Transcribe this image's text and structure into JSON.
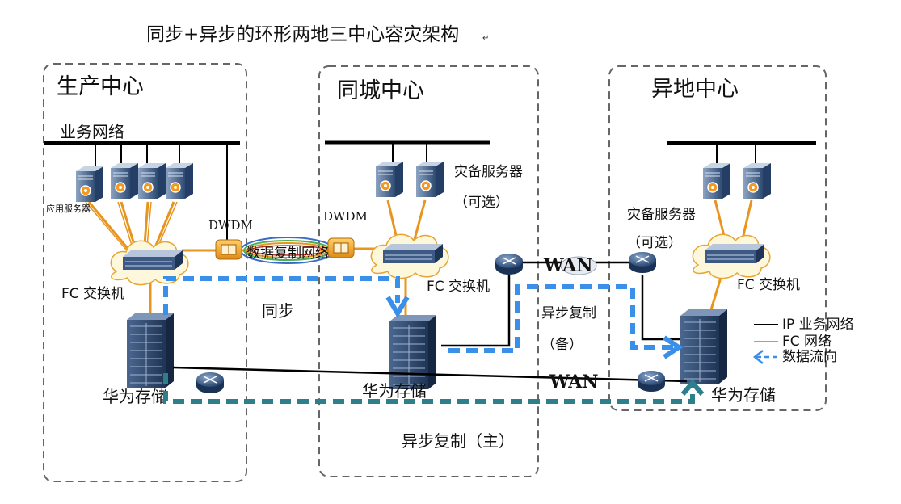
{
  "title": "同步+异步的环形两地三中心容灾架构",
  "centers": {
    "production": "生产中心",
    "same_city": "同城中心",
    "remote": "异地中心"
  },
  "labels": {
    "business_network": "业务网络",
    "app_servers": "应用服务器",
    "dwdm_left": "DWDM",
    "dwdm_right": "DWDM",
    "data_replication": "数据复制网络",
    "fc_switch_prod": "FC 交换机",
    "fc_switch_city": "FC 交换机",
    "fc_switch_remote": "FC 交换机",
    "sync": "同步",
    "dr_server_city": "灾备服务器",
    "dr_server_city_optional": "（可选）",
    "dr_server_remote": "灾备服务器",
    "dr_server_remote_optional": "（可选）",
    "wan_top": "WAN",
    "wan_bottom": "WAN",
    "async_backup_line1": "异步复制",
    "async_backup_line2": "（备）",
    "storage_prod": "华为存储",
    "storage_city": "华为存储",
    "storage_remote": "华为存储",
    "async_primary": "异步复制（主）"
  },
  "legend": [
    {
      "label": "IP 业务网络",
      "color": "#000000",
      "style": "solid"
    },
    {
      "label": "FC 网络",
      "color": "#e8951f",
      "style": "solid"
    },
    {
      "label": "数据流向",
      "color": "#3a8fe8",
      "style": "dashed-arrow"
    }
  ],
  "colors": {
    "ip_line": "#000000",
    "fc_line": "#e8951f",
    "sync_flow": "#3a8fe8",
    "async_flow": "#2e7f8c",
    "box_border": "#666666"
  }
}
